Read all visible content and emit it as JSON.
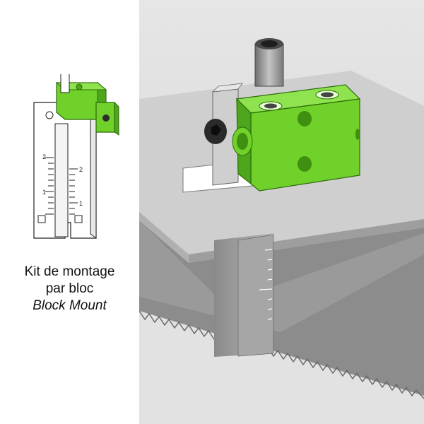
{
  "caption": {
    "line1": "Kit de montage",
    "line2": "par bloc",
    "line3": "Block Mount"
  },
  "thumbnail_scale": {
    "labels": [
      "2",
      "2",
      "1",
      "1"
    ]
  },
  "colors": {
    "block_green": "#6fd12a",
    "block_green_dark": "#3f8f10",
    "plate_gray": "#c9c9c9",
    "background_gray": "#d8d8d8"
  }
}
